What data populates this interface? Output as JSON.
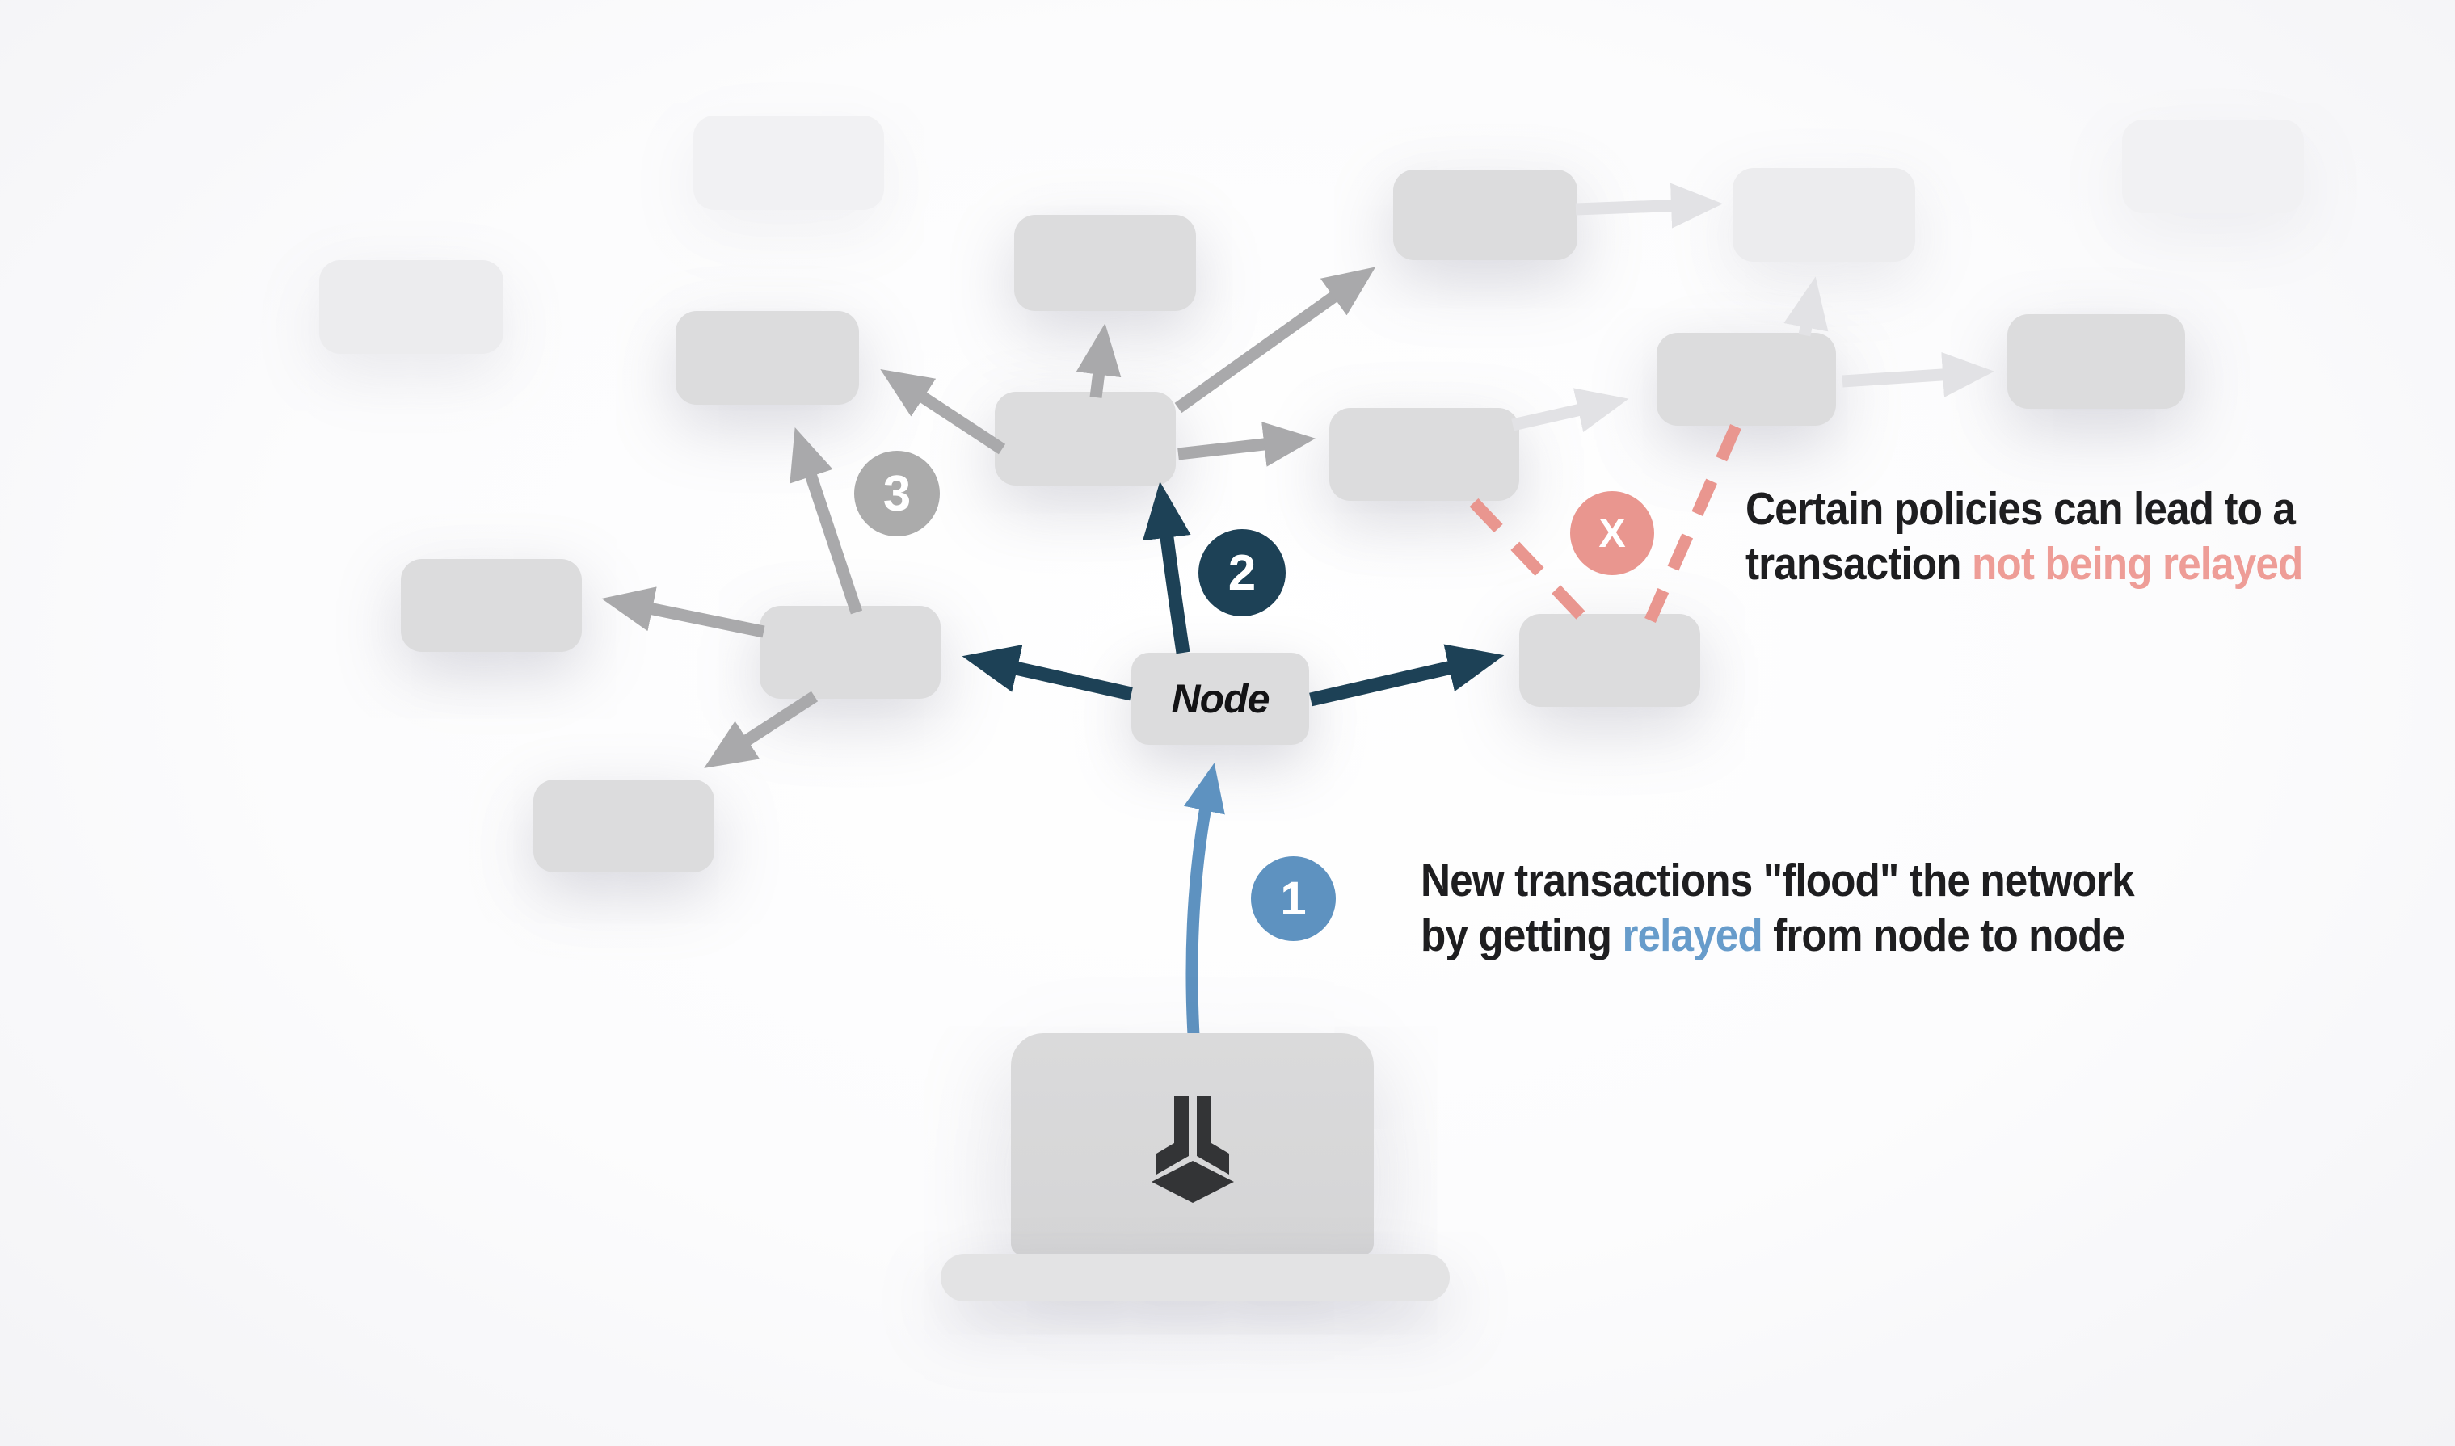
{
  "diagram": {
    "node_label": "Node",
    "blocked_marker": "X",
    "steps": [
      {
        "label": "1"
      },
      {
        "label": "2"
      },
      {
        "label": "3"
      }
    ],
    "annotations": {
      "policy": {
        "line1": "Certain policies can lead to a",
        "line2_black": "transaction ",
        "line2_highlight": "not being relayed"
      },
      "flood": {
        "line1": "New transactions \"flood\" the network",
        "line2_pre": "by getting ",
        "line2_highlight": "relayed",
        "line2_post": " from node to node"
      }
    },
    "icons": {
      "laptop": "laptop-icon",
      "logo": "cube-arrow-logo",
      "blocked": "x-icon"
    },
    "colors": {
      "navy": "#1d4156",
      "blue": "#5e92c0",
      "blue_text": "#679ccb",
      "pink": "#e9968f",
      "pink_text": "#ee9d97",
      "circle_gray": "#ababab",
      "arrow_gray": "#a9a9ab",
      "arrow_faded": "#e2e2e5",
      "box_gray": "#dcdcdd",
      "box_faded": "#ececee",
      "box_ghost": "#f1f1f3",
      "text": "#1e1e20",
      "laptop": "#d8d8d9",
      "laptop_base": "#e3e3e4",
      "logo": "#333436"
    }
  }
}
